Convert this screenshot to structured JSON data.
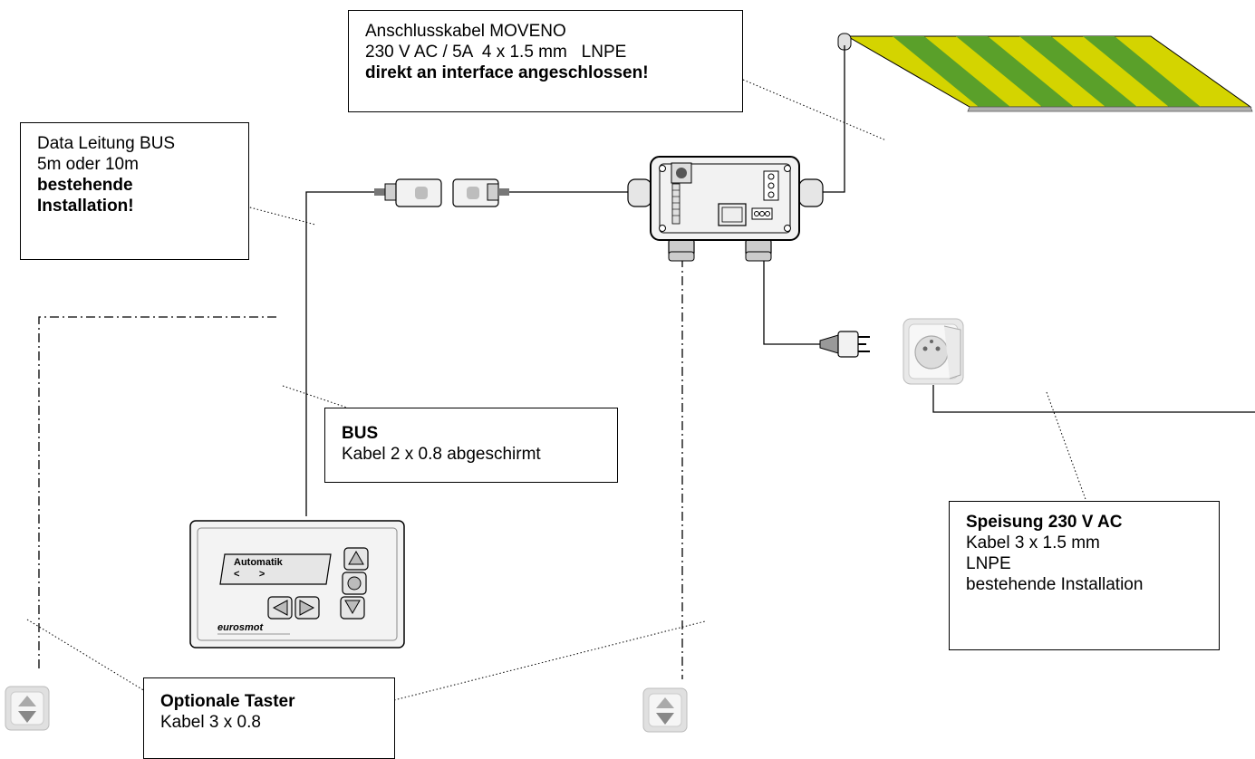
{
  "callouts": {
    "moveno": {
      "line1": "Anschlusskabel MOVENO",
      "line2": "230 V AC / 5A  4 x 1.5 mm   LNPE",
      "line3": "direkt an interface angeschlossen!"
    },
    "data_bus": {
      "line1": "Data Leitung BUS",
      "line2": "5m oder 10m",
      "line3": "bestehende",
      "line4": "Installation!"
    },
    "bus": {
      "line1": "BUS",
      "line2": "Kabel 2 x 0.8 abgeschirmt"
    },
    "speisung": {
      "line1": "Speisung 230 V AC",
      "line2": "Kabel 3 x 1.5 mm",
      "line3": "LNPE",
      "line4": "bestehende Installation"
    },
    "taster": {
      "line1": "Optionale Taster",
      "line2": "Kabel 3 x 0.8"
    }
  },
  "controller": {
    "display_line1": "Automatik",
    "display_line2": "<       >",
    "brand": "eurosmot"
  },
  "colors": {
    "awning_yellow": "#d4d400",
    "awning_green": "#5aa02a",
    "line": "#000000",
    "device_fill": "#f2f2f2"
  }
}
